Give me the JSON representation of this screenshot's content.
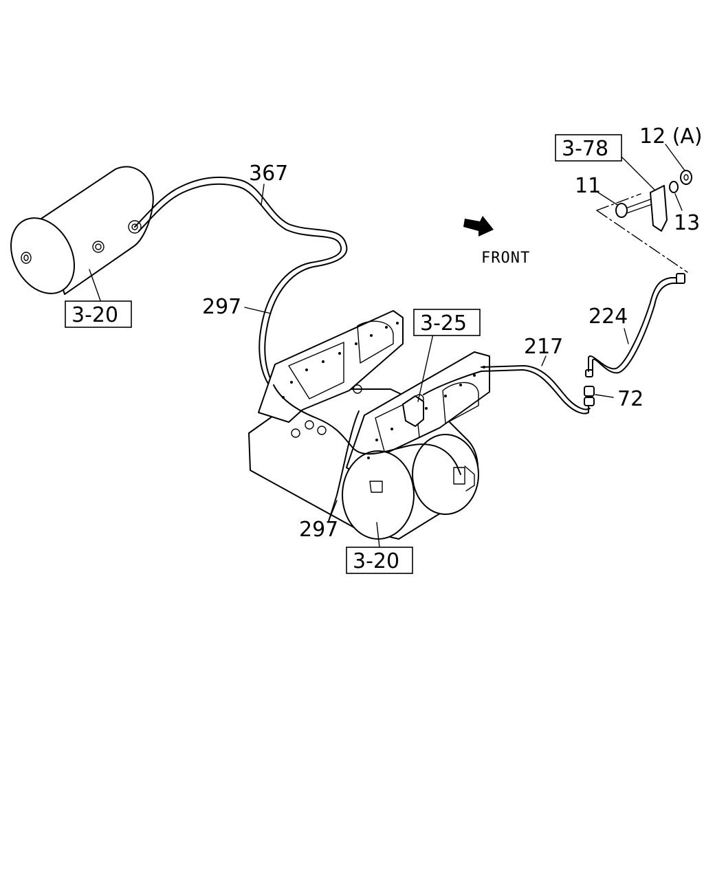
{
  "diagram": {
    "labels": {
      "tank_left_ref": "3-20",
      "tank_bottom_ref": "3-20",
      "valve_ref": "3-25",
      "bracket_ref": "3-78",
      "pipe_367": "367",
      "pipe_297_upper": "297",
      "pipe_297_lower": "297",
      "pipe_217": "217",
      "pipe_224": "224",
      "part_72": "72",
      "part_11": "11",
      "part_12": "12 (A)",
      "part_13": "13",
      "direction": "FRONT"
    }
  }
}
